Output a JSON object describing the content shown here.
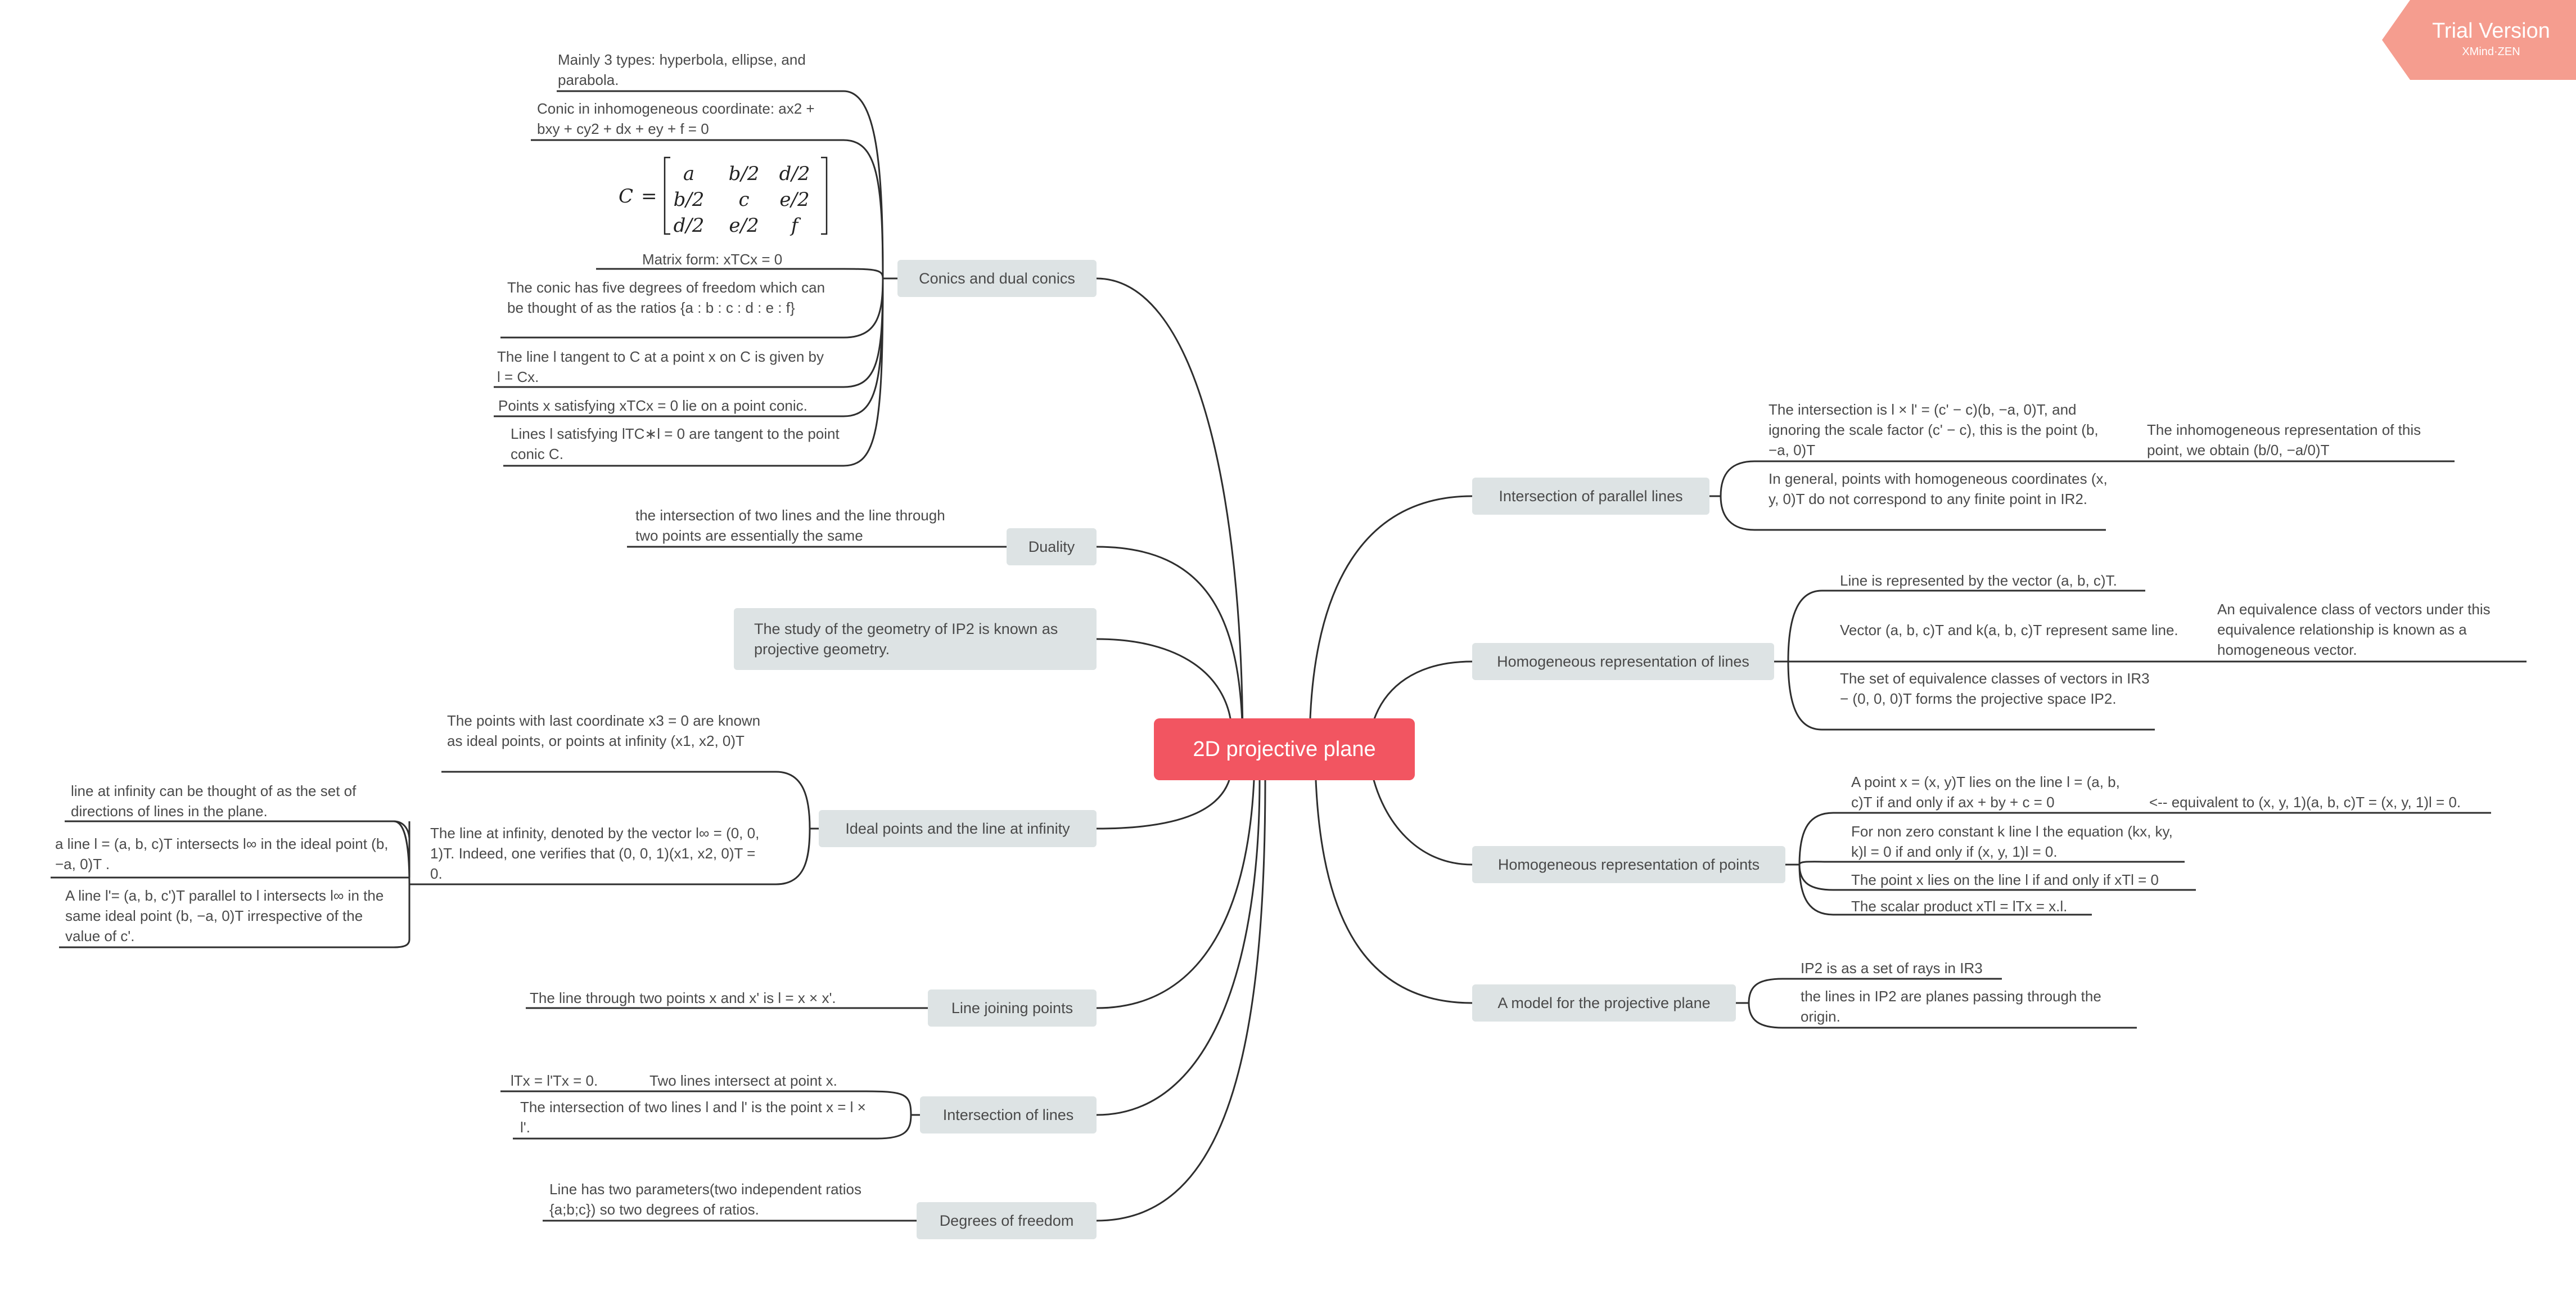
{
  "watermark": {
    "title": "Trial Version",
    "subtitle": "XMind·ZEN"
  },
  "root": {
    "label": "2D projective plane"
  },
  "left": {
    "conics": {
      "label": "Conics and dual conics",
      "leaves": [
        "Mainly 3 types:  hyperbola, ellipse, and parabola.",
        "Conic in inhomogeneous coordinate: ax2 + bxy + cy2 + dx + ey + f = 0",
        "Matrix form: xTCx = 0",
        "The conic has five degrees of freedom which can be thought of as the ratios {a : b : c : d : e : f}",
        "The line l tangent to C at a point x on C is given by l = Cx.",
        "Points x satisfying xTCx = 0 lie on a point conic.",
        "Lines l satisfying lTC∗l = 0 are tangent to the point conic C."
      ],
      "matrix": {
        "symbol": "C",
        "equals": "=",
        "rows": [
          [
            "a",
            "b/2",
            "d/2"
          ],
          [
            "b/2",
            "c",
            "e/2"
          ],
          [
            "d/2",
            "e/2",
            "f"
          ]
        ]
      }
    },
    "duality": {
      "label": "Duality",
      "leaf": "the intersection of two lines and the line through two points are essentially the same"
    },
    "study": {
      "label": "The study of the geometry of IP2 is known as projective geometry."
    },
    "ideal": {
      "label": "Ideal points and the line at infinity",
      "leaves": [
        "The points with last coordinate x3 = 0 are known as ideal points, or points at infinity (x1, x2, 0)T",
        "The line at infinity, denoted by the vector l∞ = (0, 0, 1)T. Indeed, one verifies that (0, 0, 1)(x1, x2, 0)T = 0."
      ],
      "subleaves": [
        "line at infinity can be thought of as the set of directions of lines in the plane.",
        "a line l = (a, b, c)T intersects l∞ in the ideal point (b, −a, 0)T .",
        "A line l'= (a, b, c')T parallel to l intersects l∞ in the same ideal point (b, −a, 0)T irrespective of the value of c'."
      ]
    },
    "joining": {
      "label": "Line joining points",
      "leaf": "The line through two points x and x' is l = x × x'."
    },
    "intersection": {
      "label": "Intersection of lines",
      "leaves": [
        "The intersection of two lines l and l' is the point x = l × l'.",
        "Two lines intersect at point x."
      ],
      "subleaf": "lTx = l'Tx = 0."
    },
    "dof": {
      "label": "Degrees of freedom",
      "leaf": "Line has two parameters(two independent ratios {a;b;c}) so two degrees of ratios."
    }
  },
  "right": {
    "parallel": {
      "label": "Intersection of parallel lines",
      "leaves": [
        " The intersection is l × l' = (c' − c)(b, −a, 0)T, and ignoring the scale factor (c' − c), this is the point (b, −a, 0)T",
        " In general, points with homogeneous coordinates (x, y, 0)T do not correspond to any finite point in IR2."
      ],
      "subleaf": "The inhomogeneous representation of this point, we obtain (b/0, −a/0)T"
    },
    "hom_lines": {
      "label": "Homogeneous representation of lines",
      "leaves": [
        "Line is represented by the vector (a, b, c)T.",
        "Vector  (a, b, c)T  and k(a, b, c)T represent same line.",
        " The set of equivalence classes of vectors in IR3 − (0, 0, 0)T forms the projective space IP2."
      ],
      "subleaf": " An equivalence class of vectors under this equivalence relationship is known as a homogeneous vector."
    },
    "hom_points": {
      "label": "Homogeneous representation of points",
      "leaves": [
        "A point x = (x, y)T lies on the line l = (a, b, c)T if and only if ax + by + c = 0",
        "For non zero constant k line l the equation (kx, ky, k)l = 0 if and only if (x, y, 1)l = 0.",
        " The point x lies on the line l if and only if xTl = 0",
        " The scalar product xTl = lTx = x.l."
      ],
      "subleaf": "<-- equivalent to (x, y, 1)(a, b, c)T = (x, y, 1)l = 0."
    },
    "model": {
      "label": "A model for the projective plane",
      "leaves": [
        "IP2 is as a set of rays in IR3",
        "the lines in IP2 are planes passing through the origin."
      ]
    }
  },
  "colors": {
    "root": "#f25561",
    "topic": "#dde3e4",
    "line": "#2e2e2e",
    "watermark": "#f59d8f"
  }
}
